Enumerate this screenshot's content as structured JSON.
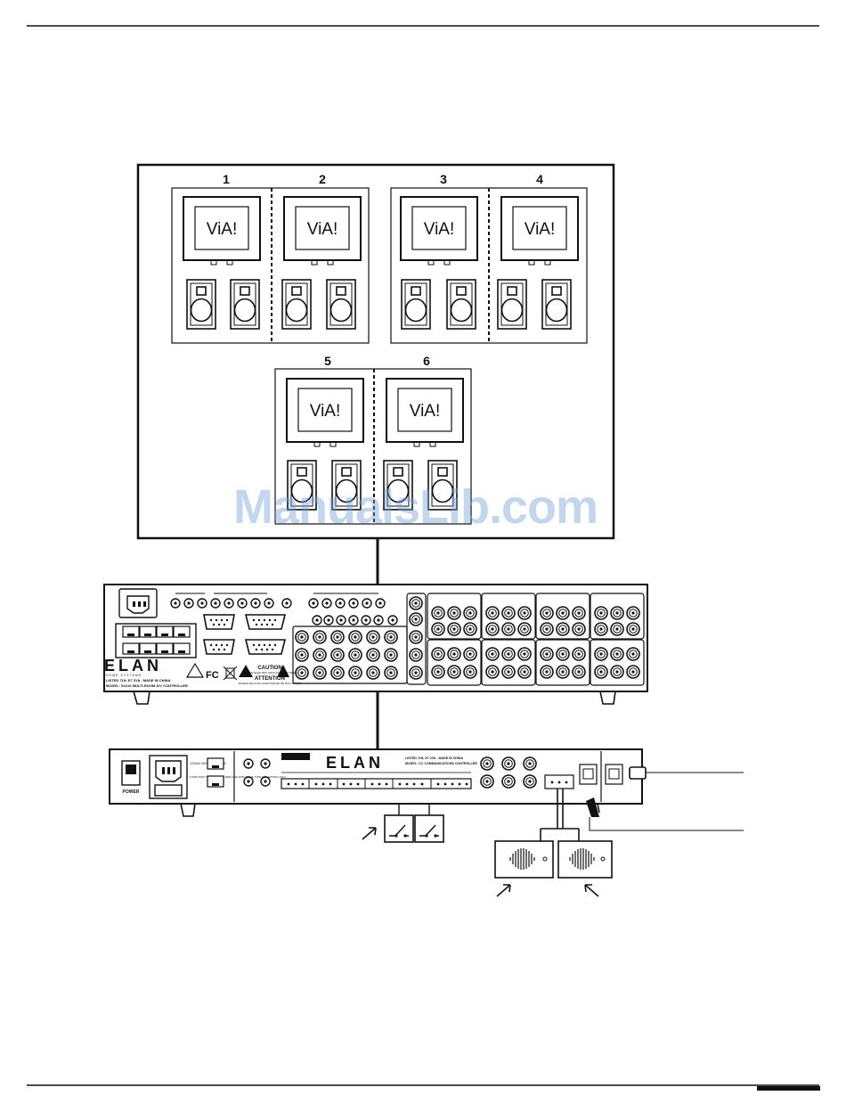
{
  "room_labels": [
    "1",
    "2",
    "3",
    "4",
    "5",
    "6"
  ],
  "keypad_logo": "ViA!",
  "brand_logo": "ELAN",
  "brand_tagline": "HOME SYSTEMS",
  "s1616_text": {
    "listing": "LISTED 71N, E7 2Vb - MADE IN CHINA",
    "model": "MODEL: S1616 MULTI-ROOM A/V CONTROLLER",
    "caution_title": "CAUTION",
    "caution_body": "RISK OF ELECTRIC SHOCK DO NOT OPEN",
    "attention_title": "ATTENTION",
    "attention_body": "RISQUE DE CHOC ELECTRIQUE NE PAS OUVRIR"
  },
  "ccc_text": {
    "listing": "LISTED 71N, E7 2Vb - MADE IN CHINA",
    "model": "MODEL: CC COMMUNICATIONS CONTROLLER",
    "power_label": "POWER",
    "power_rating": "120VAC 60Hz 500mA 60W",
    "fuse_note": "5 AMP 250V TYPE SLO-BLO REPLACE WITH SAME TYPE AND RATING ONLY"
  },
  "watermark": "ManualsLib.com",
  "colors": {
    "line": "#111111",
    "paper": "#ffffff",
    "watermark": "#6f9fd8"
  }
}
